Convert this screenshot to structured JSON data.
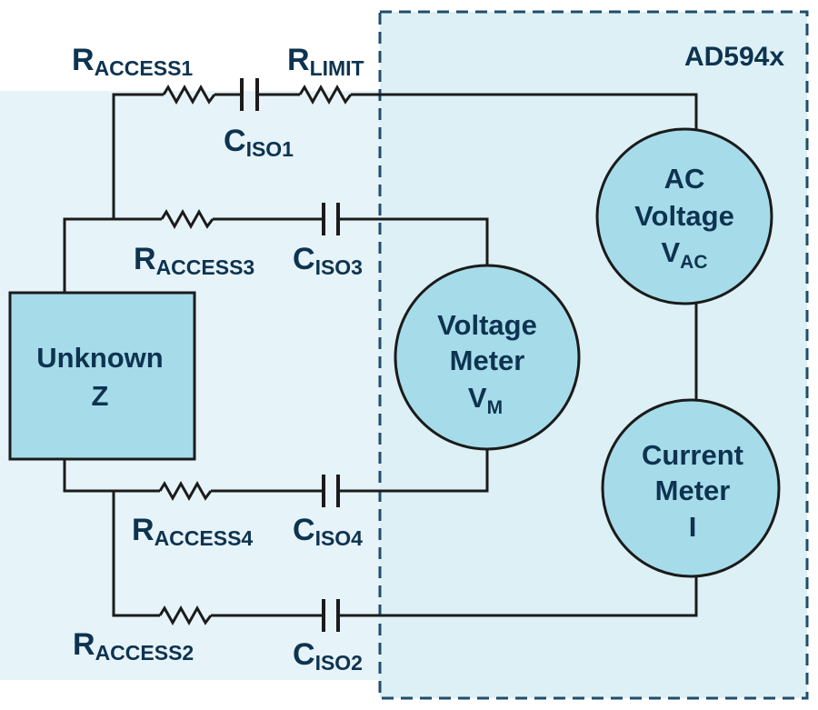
{
  "colors": {
    "wire": "#1b1b1b",
    "text": "#0d3350",
    "outer_fill": "#e6f3f8",
    "chip_fill": "#dcf0f6",
    "chip_border": "#1f4d6b",
    "circle_fill": "#a6dcea",
    "box_fill": "#a6dcea"
  },
  "chip": {
    "label": "AD594x"
  },
  "unknown": {
    "line1": "Unknown",
    "line2": "Z"
  },
  "meters": {
    "ac_voltage": {
      "line1": "AC",
      "line2": "Voltage",
      "symbol": "V",
      "subscript": "AC"
    },
    "voltage_meter": {
      "line1": "Voltage",
      "line2": "Meter",
      "symbol": "V",
      "subscript": "M"
    },
    "current_meter": {
      "line1": "Current",
      "line2": "Meter",
      "line3": "I"
    }
  },
  "components": {
    "r_access1": {
      "main": "R",
      "sub": "ACCESS1"
    },
    "r_limit": {
      "main": "R",
      "sub": "LIMIT"
    },
    "c_iso1": {
      "main": "C",
      "sub": "ISO1"
    },
    "r_access3": {
      "main": "R",
      "sub": "ACCESS3"
    },
    "c_iso3": {
      "main": "C",
      "sub": "ISO3"
    },
    "r_access4": {
      "main": "R",
      "sub": "ACCESS4"
    },
    "c_iso4": {
      "main": "C",
      "sub": "ISO4"
    },
    "r_access2": {
      "main": "R",
      "sub": "ACCESS2"
    },
    "c_iso2": {
      "main": "C",
      "sub": "ISO2"
    }
  }
}
